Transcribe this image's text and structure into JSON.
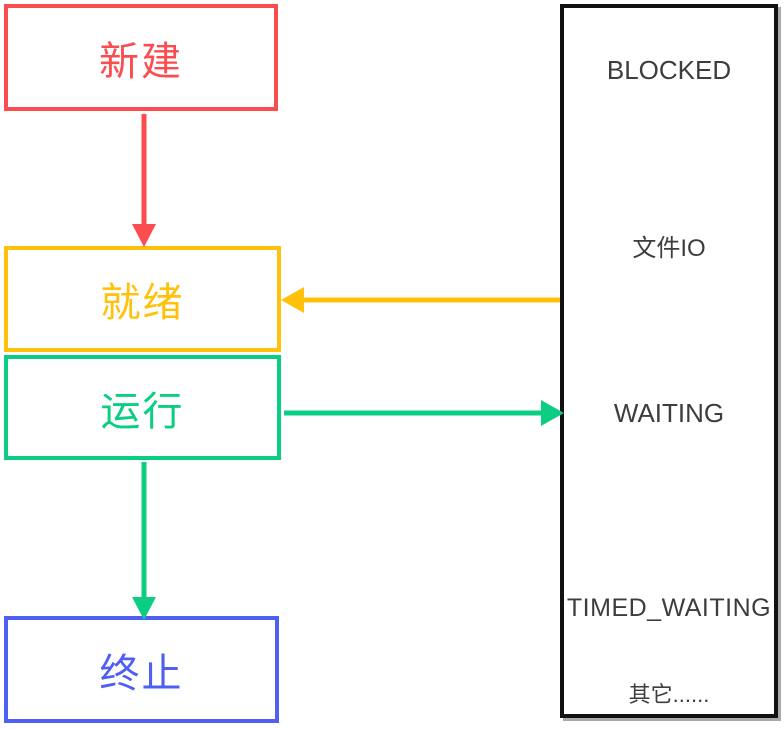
{
  "diagram": {
    "title": "thread-state-transition-diagram",
    "nodes": {
      "new": {
        "label": "新建",
        "color": "#fb4d4f"
      },
      "ready": {
        "label": "就绪",
        "color": "#ffc10a"
      },
      "running": {
        "label": "运行",
        "color": "#0cce82"
      },
      "terminated": {
        "label": "终止",
        "color": "#4f5ff1"
      }
    },
    "blocked_panel": {
      "border_color": "#111111",
      "text_color": "#3d3d3d",
      "items": [
        {
          "label": "BLOCKED"
        },
        {
          "label": "文件IO"
        },
        {
          "label": "WAITING"
        },
        {
          "label": "TIMED_WAITING"
        },
        {
          "label": "其它......"
        }
      ]
    },
    "edges": [
      {
        "from": "new",
        "to": "ready",
        "color": "#fb4d4f",
        "direction": "down"
      },
      {
        "from": "blocked-panel",
        "to": "ready",
        "color": "#ffc10a",
        "direction": "left"
      },
      {
        "from": "running",
        "to": "blocked-panel",
        "color": "#0cce82",
        "direction": "right"
      },
      {
        "from": "running",
        "to": "terminated",
        "color": "#0cce82",
        "direction": "down"
      }
    ]
  }
}
